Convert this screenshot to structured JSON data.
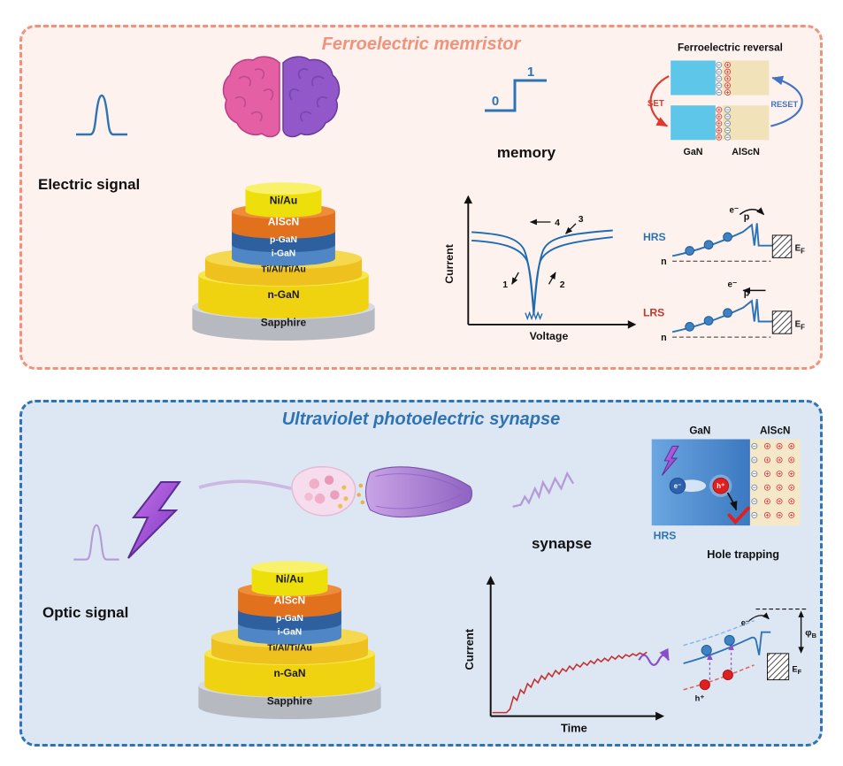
{
  "colors": {
    "top_accent": "#f0937c",
    "bottom_accent": "#2e74b5",
    "signal_blue": "#2e74b5",
    "signal_purple": "#b49bd8",
    "set_red": "#e03a2f",
    "reset_blue": "#4472c4",
    "curve_red": "#c23030"
  },
  "device": {
    "layers": [
      "Ni/Au",
      "AlScN",
      "p-GaN",
      "i-GaN",
      "Ti/Al/Ti/Au",
      "n-GaN",
      "Sapphire"
    ]
  },
  "top": {
    "title": "Ferroelectric memristor",
    "electric_signal": "Electric signal",
    "memory_label": "memory",
    "bit0": "0",
    "bit1": "1",
    "iv": {
      "xlabel": "Voltage",
      "ylabel": "Current",
      "n1": "1",
      "n2": "2",
      "n3": "3",
      "n4": "4"
    },
    "reversal": {
      "title": "Ferroelectric reversal",
      "set": "SET",
      "reset": "RESET",
      "gan": "GaN",
      "alscn": "AlScN"
    },
    "bands": {
      "hrs": "HRS",
      "lrs": "LRS",
      "e": "e⁻",
      "p": "p",
      "n": "n",
      "ef_base": "E",
      "ef_sub": "F"
    }
  },
  "bottom": {
    "title": "Ultraviolet photoelectric synapse",
    "optic_signal": "Optic signal",
    "synapse_label": "synapse",
    "it": {
      "xlabel": "Time",
      "ylabel": "Current"
    },
    "trapping": {
      "gan": "GaN",
      "alscn": "AlScN",
      "e": "e⁻",
      "h": "h⁺",
      "hrs": "HRS",
      "caption": "Hole trapping"
    },
    "band": {
      "e": "e⁻",
      "h": "h⁺",
      "phi_base": "φ",
      "phi_sub": "B",
      "ef_base": "E",
      "ef_sub": "F"
    }
  }
}
